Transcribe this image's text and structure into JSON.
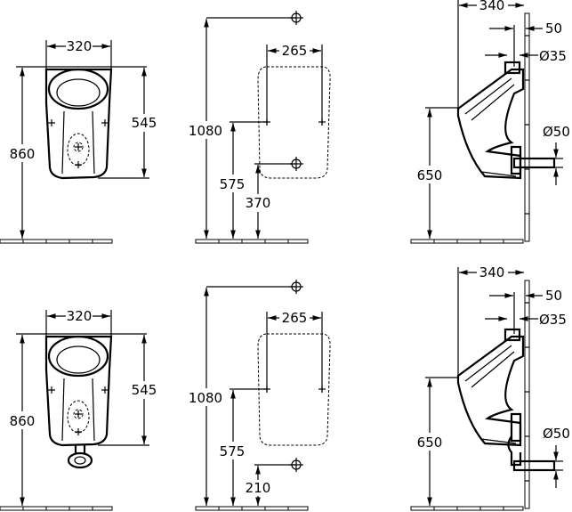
{
  "top": {
    "front": {
      "width": "320",
      "height_total": "860",
      "bowl_height": "545"
    },
    "wall": {
      "bracket_width": "265",
      "inlet_height": "1080",
      "bracket_height": "575",
      "outlet_height": "370"
    },
    "side": {
      "depth": "340",
      "inlet_offset": "50",
      "inlet_diameter": "Ø35",
      "rim_height": "650",
      "outlet_diameter": "Ø50"
    }
  },
  "bottom": {
    "front": {
      "width": "320",
      "height_total": "860",
      "bowl_height": "545"
    },
    "wall": {
      "bracket_width": "265",
      "inlet_height": "1080",
      "bracket_height": "575",
      "outlet_height": "210"
    },
    "side": {
      "depth": "340",
      "inlet_offset": "50",
      "inlet_diameter": "Ø35",
      "rim_height": "650",
      "outlet_diameter": "Ø50"
    }
  }
}
